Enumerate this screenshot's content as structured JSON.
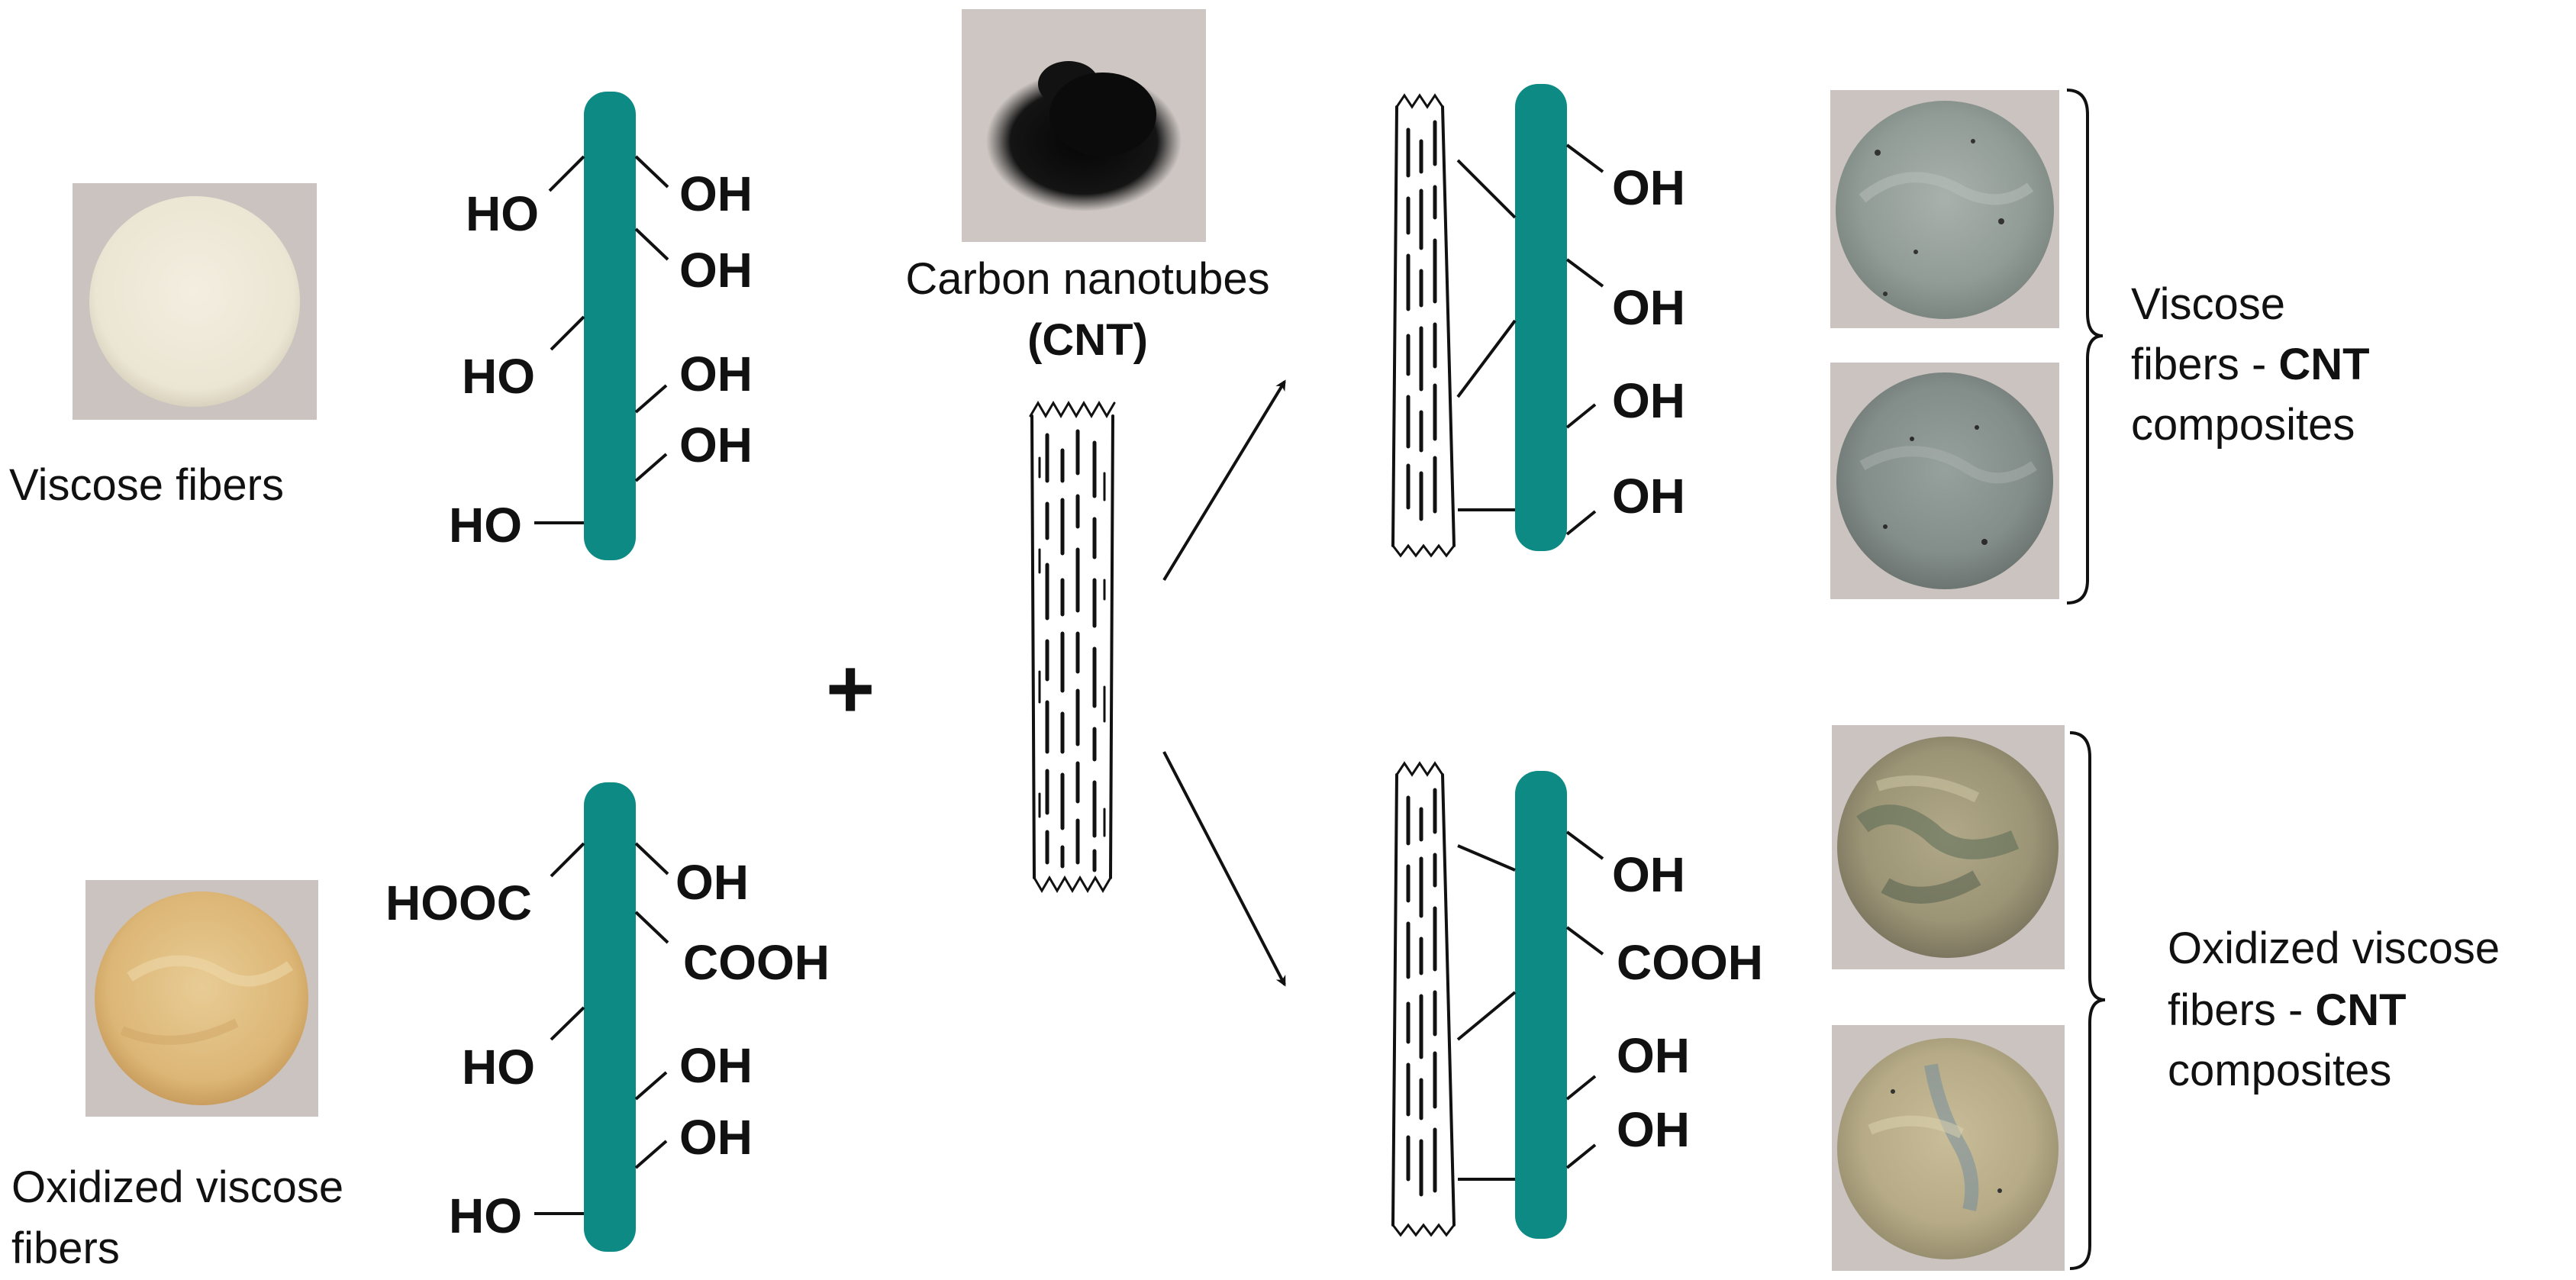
{
  "colors": {
    "fiber": "#0e8a84",
    "ink": "#111111",
    "photo_backdrop": "#cbc3bf"
  },
  "icons": {
    "tube": "carbon-nanotube-icon",
    "arrow": "arrow-icon",
    "plus": "plus-icon",
    "brace": "right-brace-icon",
    "powder": "cnt-powder-photo"
  },
  "left": {
    "viscose_caption": "Viscose fibers",
    "oxidized_caption_l1": "Oxidized viscose",
    "oxidized_caption_l2": "fibers"
  },
  "viscose_groups": {
    "ho1": "HO",
    "oh1": "OH",
    "oh2": "OH",
    "ho2": "HO",
    "oh3": "OH",
    "oh4": "OH",
    "ho3": "HO"
  },
  "oxidized_groups": {
    "hooc": "HOOC",
    "oh1": "OH",
    "cooh": "COOH",
    "ho1": "HO",
    "oh2": "OH",
    "oh3": "OH",
    "ho2": "HO"
  },
  "plus_sign": "+",
  "cnt": {
    "caption_l1": "Carbon nanotubes",
    "caption_l2": "(CNT)"
  },
  "viscose_composite_groups": {
    "oh1": "OH",
    "oh2": "OH",
    "oh3": "OH",
    "oh4": "OH"
  },
  "oxidized_composite_groups": {
    "oh1": "OH",
    "cooh": "COOH",
    "oh2": "OH",
    "oh3": "OH"
  },
  "right": {
    "viscose_label_l1": "Viscose",
    "viscose_label_l2a": "fibers - ",
    "viscose_label_l2b": "CNT",
    "viscose_label_l3": "composites",
    "oxidized_label_l1": "Oxidized viscose",
    "oxidized_label_l2a": "fibers - ",
    "oxidized_label_l2b": "CNT",
    "oxidized_label_l3": "composites"
  }
}
